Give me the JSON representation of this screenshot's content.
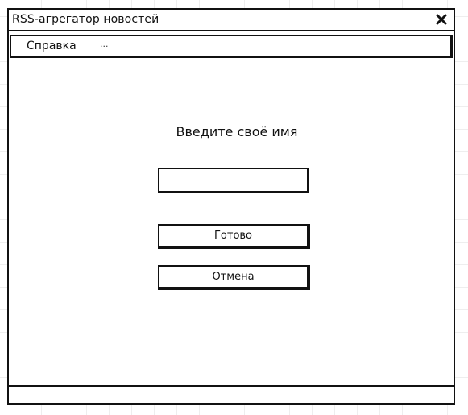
{
  "window": {
    "title": "RSS-агрегатор новостей"
  },
  "menu": {
    "help_label": "Справка",
    "more_label": "..."
  },
  "form": {
    "prompt": "Введите своё имя",
    "name_value": "",
    "done_label": "Готово",
    "cancel_label": "Отмена"
  },
  "statusbar": {
    "text": ""
  },
  "icons": {
    "close": "close-icon"
  },
  "colors": {
    "border": "#111111",
    "background": "#ffffff",
    "grid": "#eeeeee"
  }
}
